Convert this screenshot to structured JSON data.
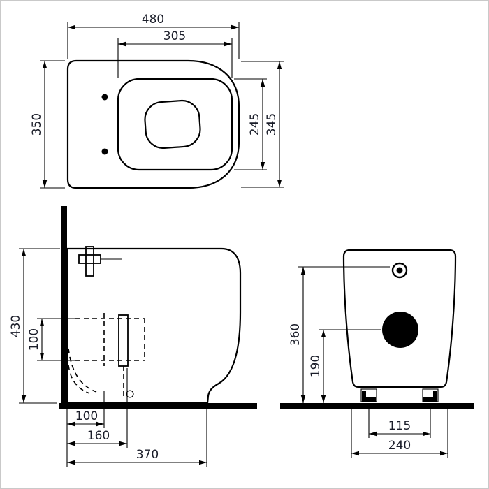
{
  "page": {
    "background": "#ffffff",
    "border_color": "#c9c9c9"
  },
  "drawing": {
    "type": "sanitary-ware-technical-drawing",
    "line_color": "#000000",
    "text_color": "#1a1d29",
    "views": {
      "top": {
        "name": "plan-view",
        "dims": {
          "overall_width": "480",
          "seat_width": "305",
          "overall_depth": "350",
          "seat_depth": "245",
          "bowl_depth": "345"
        }
      },
      "side": {
        "name": "side-elevation",
        "dims": {
          "height": "430",
          "trap_height": "100",
          "drain_offset": "100",
          "outlet_offset": "160",
          "depth": "370"
        }
      },
      "rear": {
        "name": "rear-elevation",
        "dims": {
          "inlet_height": "360",
          "outlet_height": "190",
          "fixing_centres": "115",
          "base_width": "240"
        }
      }
    }
  }
}
